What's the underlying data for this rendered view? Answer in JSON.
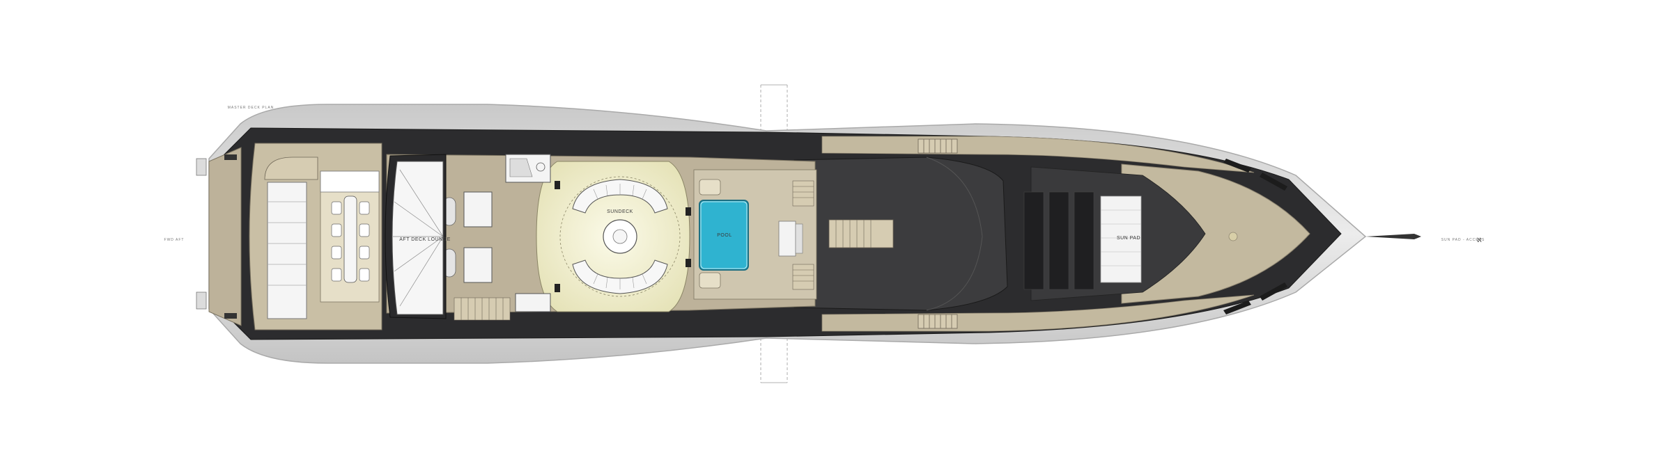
{
  "plan": {
    "labels": {
      "sundeck": "SUNDECK",
      "aft_deck_lounge": "AFT DECK LOUNGE",
      "pool": "POOL",
      "sun_pad": "SUN PAD",
      "side_left": "FWD AFT",
      "side_right": "SUN PAD - ACCESS",
      "hull_top": "MASTER DECK PLAN"
    },
    "colors": {
      "hull": "#d9d9d9",
      "hull_edge": "#b8b8b8",
      "dark_deck": "#2c2c2e",
      "teak": "#bdb29a",
      "teak_light": "#cfc6af",
      "cream": "#f1efcf",
      "pool": "#2fb3d0"
    }
  }
}
